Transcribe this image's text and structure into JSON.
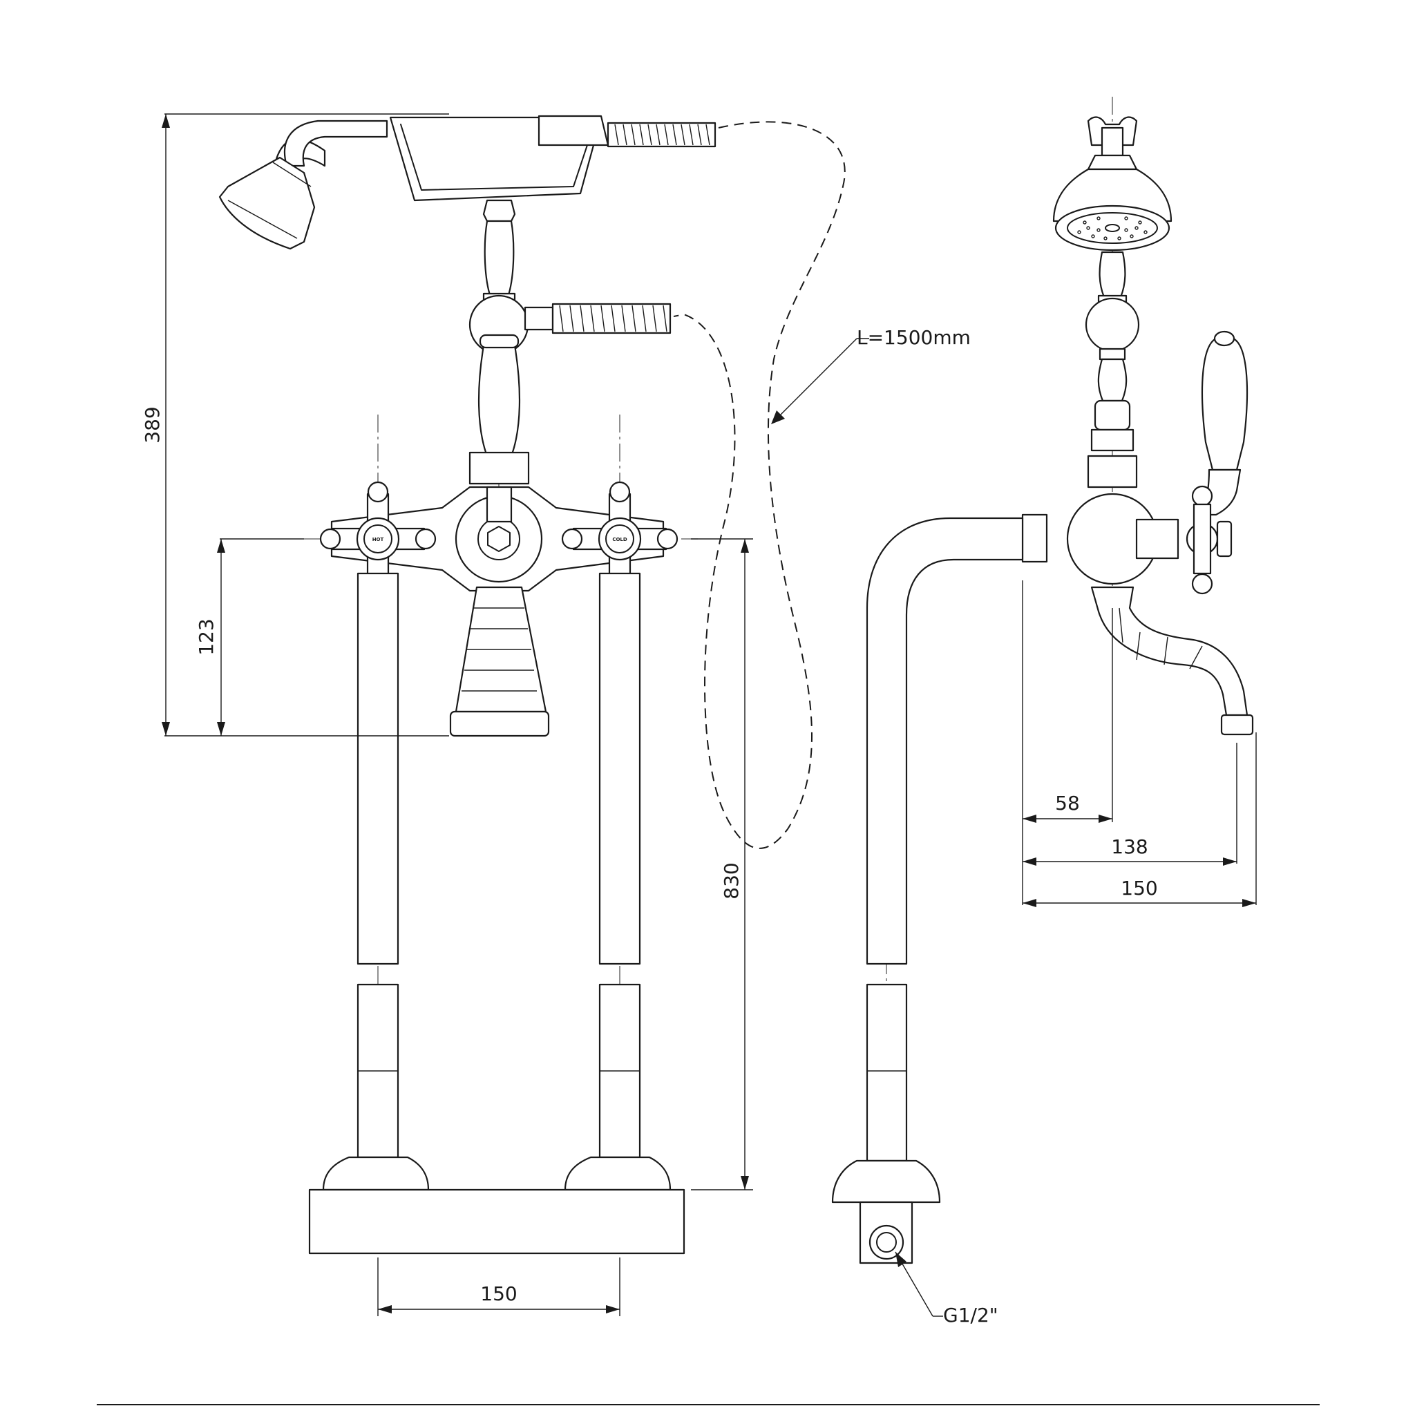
{
  "dimensions": {
    "total_height_upper": "389",
    "spout_height": "123",
    "pillar_height": "830",
    "pillar_spacing": "150",
    "spout_offset_a": "58",
    "spout_offset_b": "138",
    "spout_offset_c": "150"
  },
  "labels": {
    "hose_length": "L=1500mm",
    "thread": "G1/2\"",
    "hot_handle": "HOT",
    "cold_handle": "COLD"
  }
}
